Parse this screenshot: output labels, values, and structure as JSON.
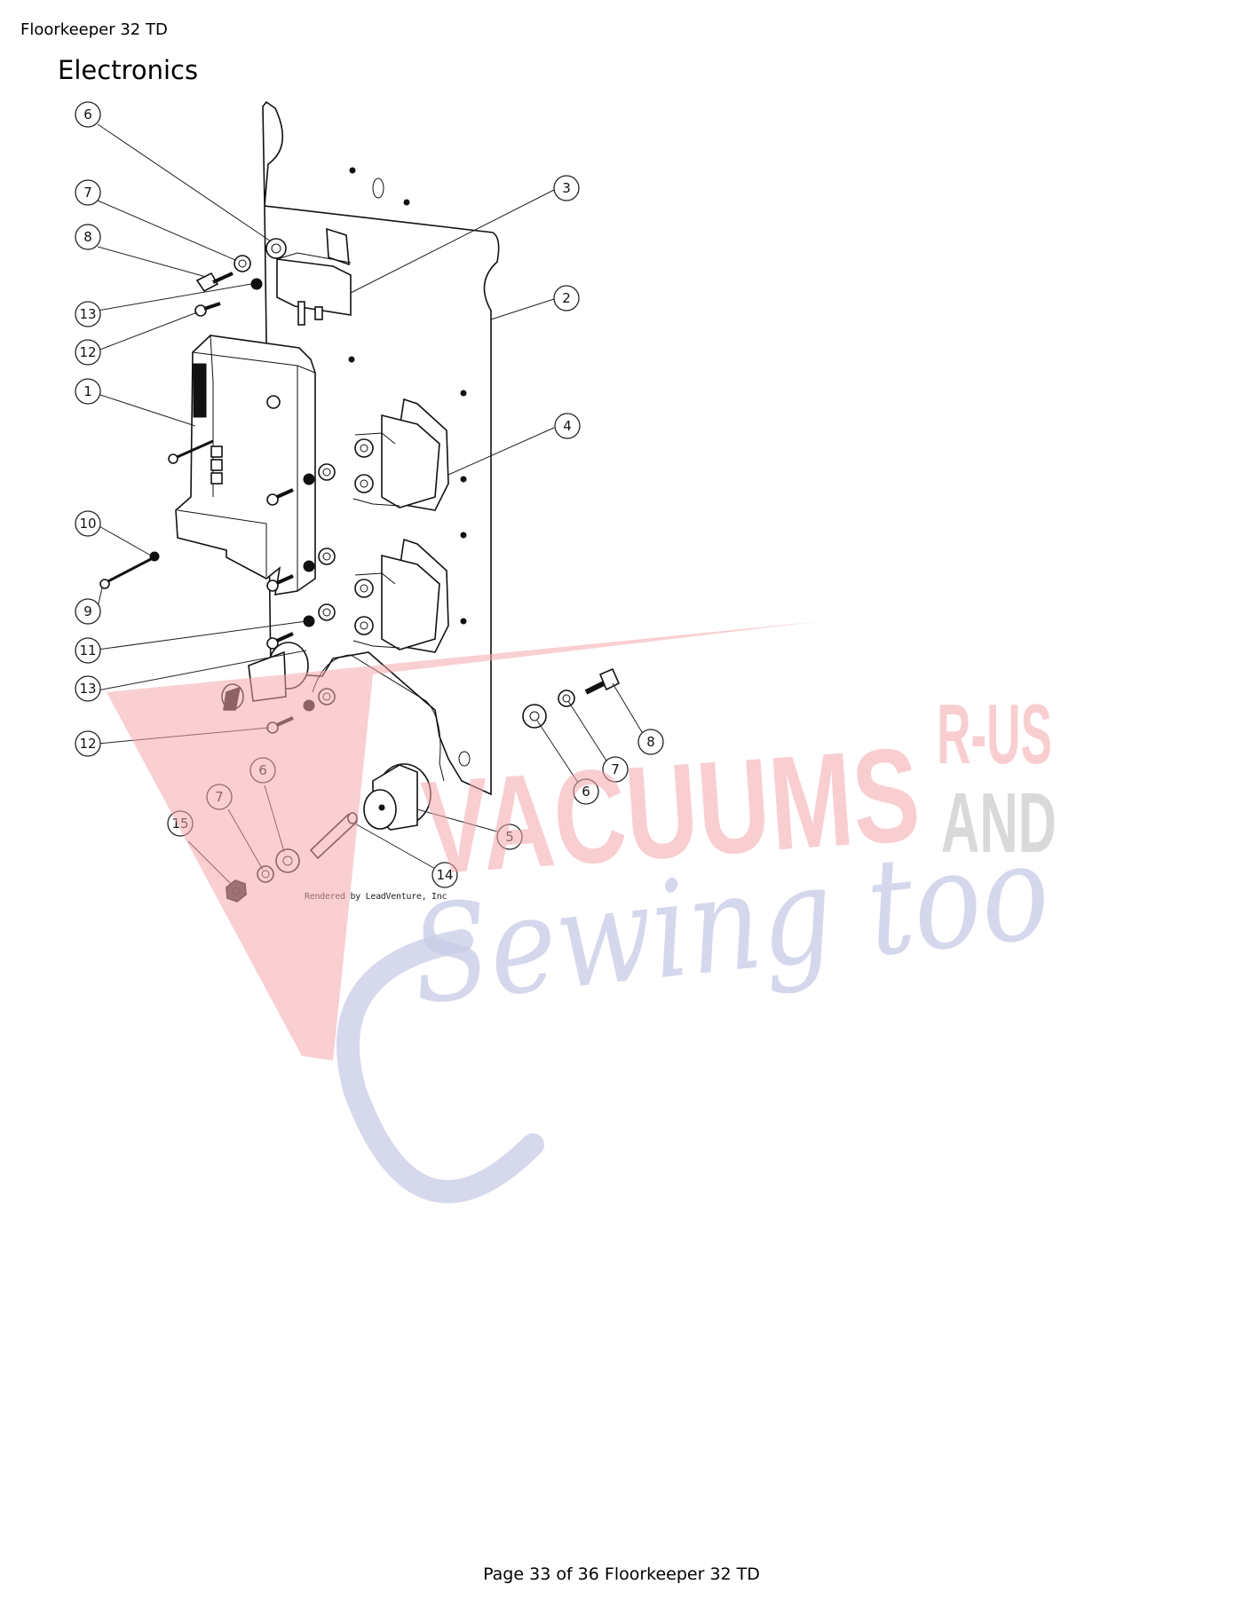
{
  "header": {
    "title": "Floorkeeper 32 TD"
  },
  "section": {
    "title": "Electronics"
  },
  "diagram": {
    "credit": "Rendered by LeadVenture, Inc",
    "callouts": [
      {
        "label": "6"
      },
      {
        "label": "7"
      },
      {
        "label": "8"
      },
      {
        "label": "13"
      },
      {
        "label": "12"
      },
      {
        "label": "1"
      },
      {
        "label": "10"
      },
      {
        "label": "9"
      },
      {
        "label": "11"
      },
      {
        "label": "13"
      },
      {
        "label": "12"
      },
      {
        "label": "3"
      },
      {
        "label": "2"
      },
      {
        "label": "4"
      },
      {
        "label": "8"
      },
      {
        "label": "7"
      },
      {
        "label": "6"
      },
      {
        "label": "5"
      },
      {
        "label": "14"
      },
      {
        "label": "15"
      },
      {
        "label": "7"
      },
      {
        "label": "6"
      }
    ]
  },
  "watermark": {
    "line1": "VACUUMS",
    "line2": "R-US",
    "line3": "AND",
    "line4": "Sewing too",
    "colors": {
      "red": "#f4a7ad",
      "gray": "#c9c9c9",
      "blue": "#c8cce6"
    }
  },
  "footer": {
    "text": "Page 33 of 36 Floorkeeper 32 TD"
  }
}
